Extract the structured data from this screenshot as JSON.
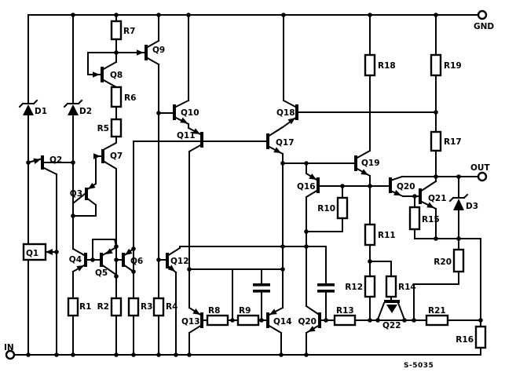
{
  "colors": {
    "ink": "#000000",
    "paper": "#ffffff"
  },
  "terminals": {
    "in": "IN",
    "out": "OUT",
    "gnd": "GND"
  },
  "annotation": {
    "code": "S-5035"
  },
  "labels": {
    "q1": "Q1",
    "q2": "Q2",
    "q3": "Q3",
    "q4": "Q4",
    "q5": "Q5",
    "q6": "Q6",
    "q7": "Q7",
    "q8": "Q8",
    "q9": "Q9",
    "q10": "Q10",
    "q11": "Q11",
    "q12": "Q12",
    "q13": "Q13",
    "q14": "Q14",
    "q16": "Q16",
    "q17": "Q17",
    "q18": "Q18",
    "q19": "Q19",
    "q20": "Q20",
    "q20b": "Q20",
    "q21": "Q21",
    "q22": "Q22",
    "r1": "R1",
    "r2": "R2",
    "r3": "R3",
    "r4": "R4",
    "r5": "R5",
    "r6": "R6",
    "r7": "R7",
    "r8": "R8",
    "r9": "R9",
    "r10": "R10",
    "r11": "R11",
    "r12": "R12",
    "r13": "R13",
    "r14": "R14",
    "r15": "R15",
    "r16": "R16",
    "r17": "R17",
    "r18": "R18",
    "r19": "R19",
    "r20": "R20",
    "r21": "R21",
    "d1": "D1",
    "d2": "D2",
    "d3": "D3"
  }
}
